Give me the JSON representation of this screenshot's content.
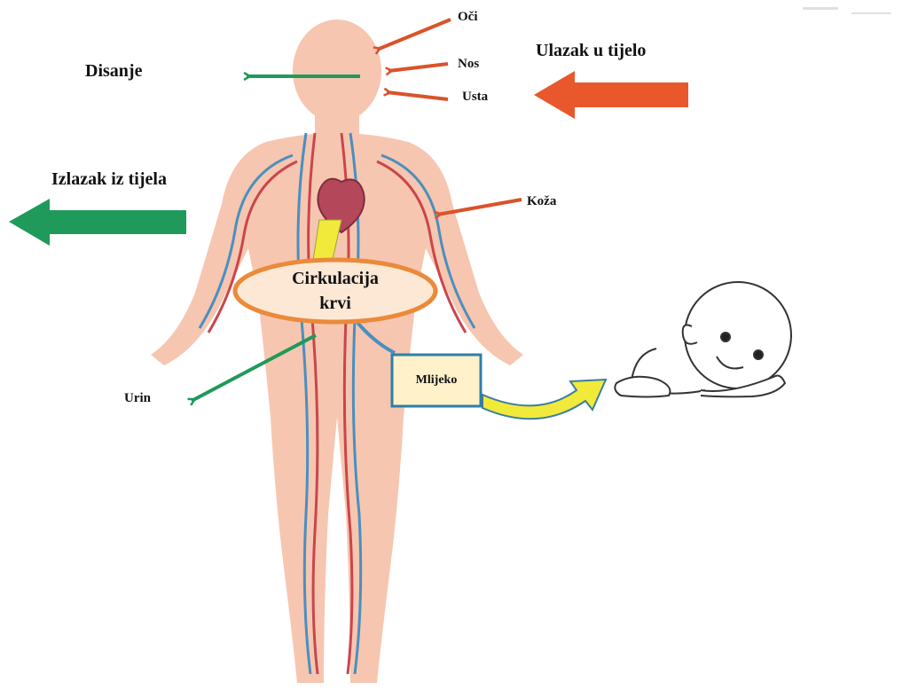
{
  "entry": {
    "title": "Ulazak u tijelo",
    "eyes": "Oči",
    "nose": "Nos",
    "mouth": "Usta",
    "skin": "Koža"
  },
  "exit": {
    "title": "Izlazak iz tijela",
    "breathing": "Disanje",
    "urine": "Urin"
  },
  "center": {
    "line1": "Cirkulacija",
    "line2": "krvi"
  },
  "milk": {
    "label": "Mlijeko"
  },
  "colors": {
    "entry_arrow": "#e8582c",
    "exit_arrow": "#1f9a5a",
    "circulation_ring": "#ea8a3a",
    "milk_box_fill": "#fff1c9",
    "milk_box_border": "#2d7fa8",
    "milk_arrow": "#f2ea3a",
    "body": "#f6c6b1",
    "artery": "#c9464a",
    "vein": "#4a8fbf"
  }
}
